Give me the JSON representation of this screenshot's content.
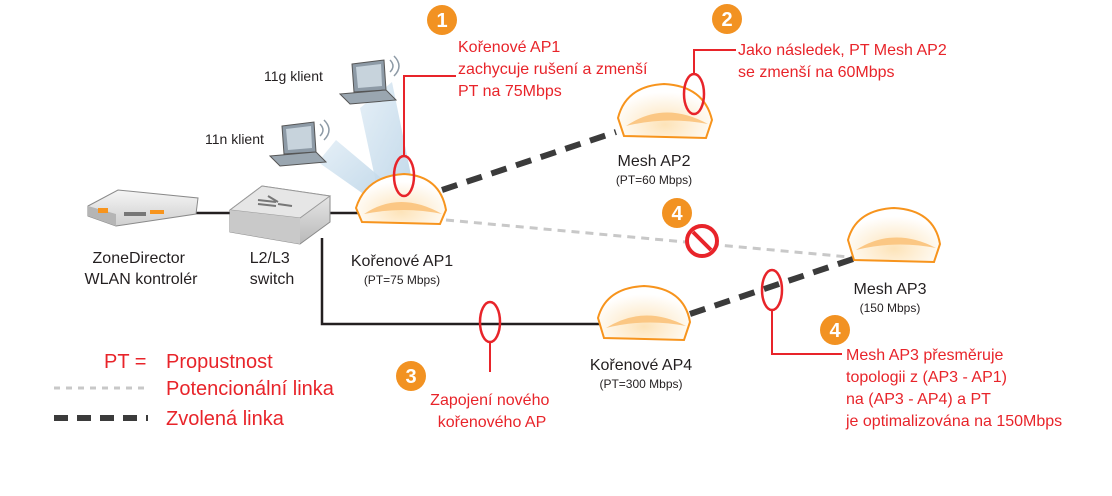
{
  "colors": {
    "accent_red": "#e8242a",
    "callout_orange": "#f29222",
    "ap_orange": "#f7941d",
    "text_dark": "#231f20",
    "potential_link": "#c8c8c8",
    "chosen_link": "#3b3b3b"
  },
  "devices": {
    "zonedirector": "ZoneDirector",
    "wlan_controller": "WLAN kontrolér",
    "switch_l1": "L2/L3",
    "switch_l2": "switch",
    "client_11g": "11g klient",
    "client_11n": "11n klient",
    "root_ap1": "Kořenové AP1",
    "root_ap1_pt": "(PT=75 Mbps)",
    "mesh_ap2": "Mesh AP2",
    "mesh_ap2_pt": "(PT=60 Mbps)",
    "mesh_ap3": "Mesh AP3",
    "mesh_ap3_pt": "(150 Mbps)",
    "root_ap4": "Kořenové AP4",
    "root_ap4_pt": "(PT=300 Mbps)"
  },
  "callouts": {
    "c1": {
      "num": "1",
      "lines": [
        "Kořenové AP1",
        "zachycuje rušení a zmenší",
        "PT na 75Mbps"
      ]
    },
    "c2": {
      "num": "2",
      "lines": [
        "Jako následek, PT Mesh AP2",
        "se zmenší na 60Mbps"
      ]
    },
    "c3": {
      "num": "3",
      "lines": [
        "Zapojení nového",
        "kořenového AP"
      ]
    },
    "c4a": {
      "num": "4"
    },
    "c4b": {
      "num": "4",
      "lines": [
        "Mesh AP3 přesměruje",
        "topologii z (AP3 - AP1)",
        "na (AP3 - AP4) a PT",
        "je optimalizována na 150Mbps"
      ]
    }
  },
  "legend": {
    "pt_key": "PT =",
    "pt_value": "Propustnost",
    "potential": "Potencionální linka",
    "chosen": "Zvolená linka"
  }
}
